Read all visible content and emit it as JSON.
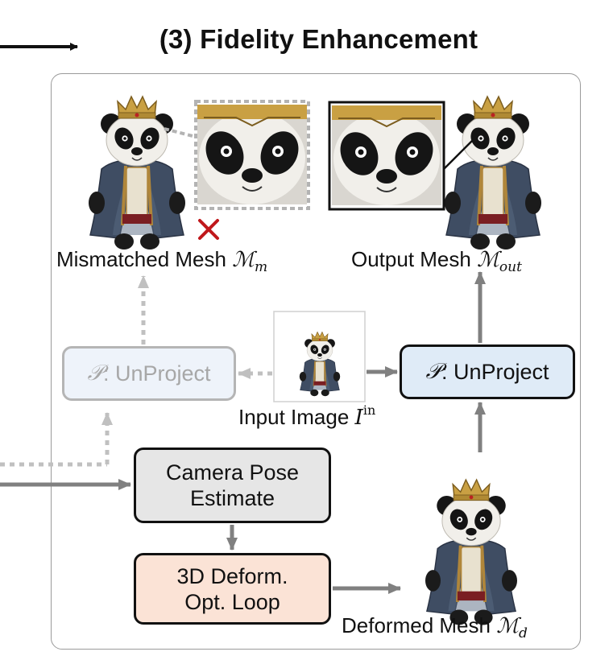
{
  "title": "(3) Fidelity Enhancement",
  "nodes": {
    "unproject_faded": {
      "symbol": "𝒫",
      "text": ": UnProject"
    },
    "unproject": {
      "symbol": "𝒫",
      "text": ": UnProject"
    },
    "camera_pose": {
      "line1": "Camera Pose",
      "line2": "Estimate"
    },
    "deform_loop": {
      "line1": "3D Deform.",
      "line2": "Opt. Loop"
    }
  },
  "labels": {
    "mismatched": {
      "text": "Mismatched Mesh ",
      "symbol": "ℳ",
      "sub": "m"
    },
    "output": {
      "text": "Output Mesh ",
      "symbol": "ℳ",
      "sub": "out"
    },
    "input": {
      "text": "Input Image ",
      "symbol": "I",
      "sup": "in"
    },
    "deformed": {
      "text": "Deformed Mesh ",
      "symbol": "ℳ",
      "sub": "d"
    }
  },
  "colors": {
    "arrow_solid": "#808080",
    "arrow_faded": "#c0c0c0",
    "cross": "#c0171b",
    "camera_fill": "#e6e6e6",
    "deform_fill": "#fbe3d6",
    "unproject_fill": "#dfebf7"
  },
  "icons": {
    "mismatch_mark": "cross-icon"
  }
}
